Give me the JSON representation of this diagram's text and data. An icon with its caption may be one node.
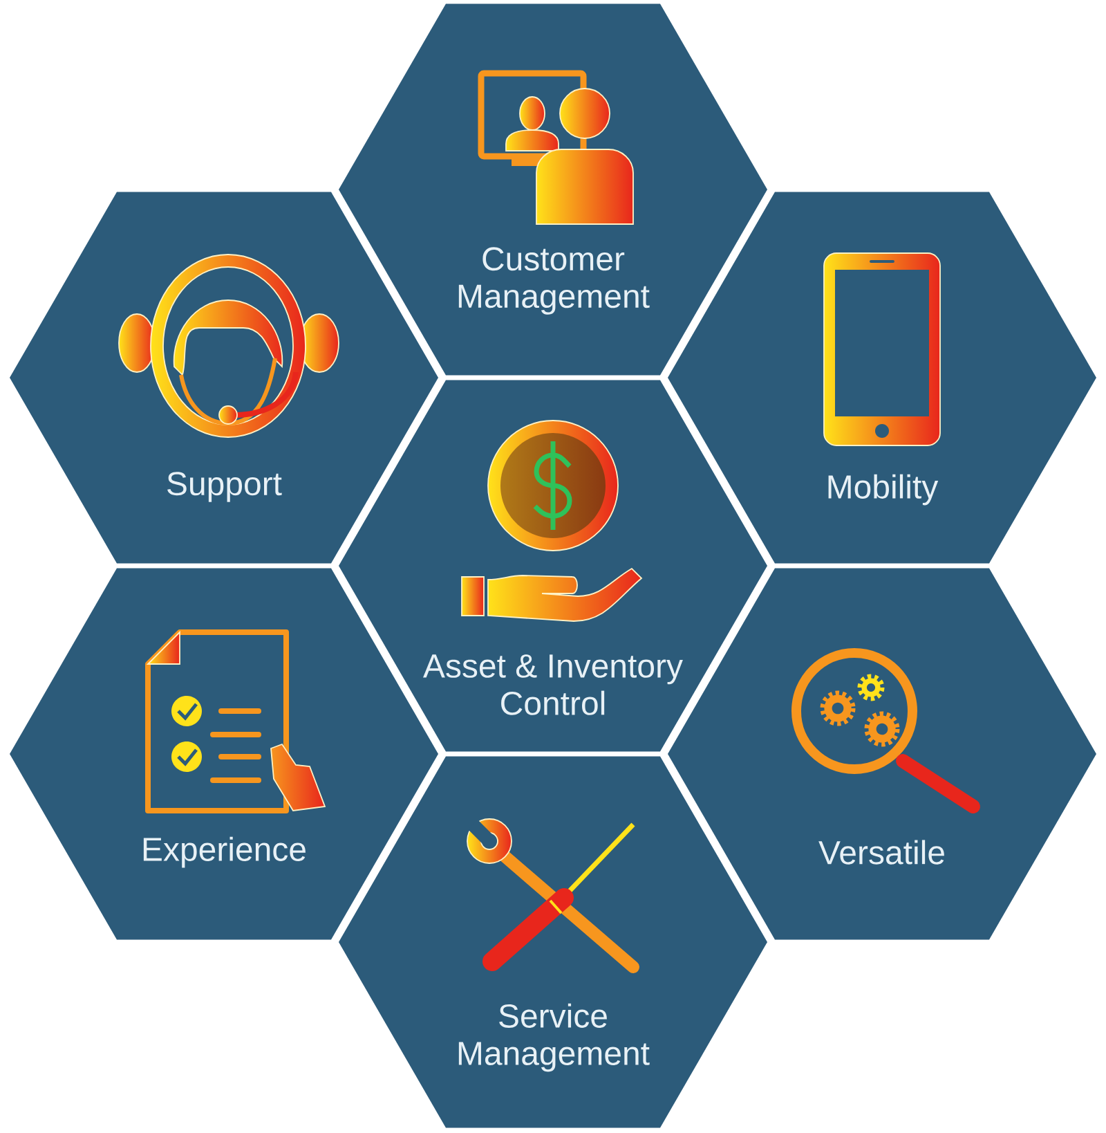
{
  "diagram": {
    "nodes": [
      {
        "text": [
          "Customer Management"
        ]
      },
      {
        "text": [
          "Support"
        ]
      },
      {
        "text": [
          "Mobility"
        ]
      },
      {
        "text": [
          "Asset & Inventory Control"
        ]
      },
      {
        "text": [
          "Experience"
        ]
      },
      {
        "text": [
          "Versatile"
        ]
      },
      {
        "text": [
          "Service Management"
        ]
      }
    ]
  }
}
